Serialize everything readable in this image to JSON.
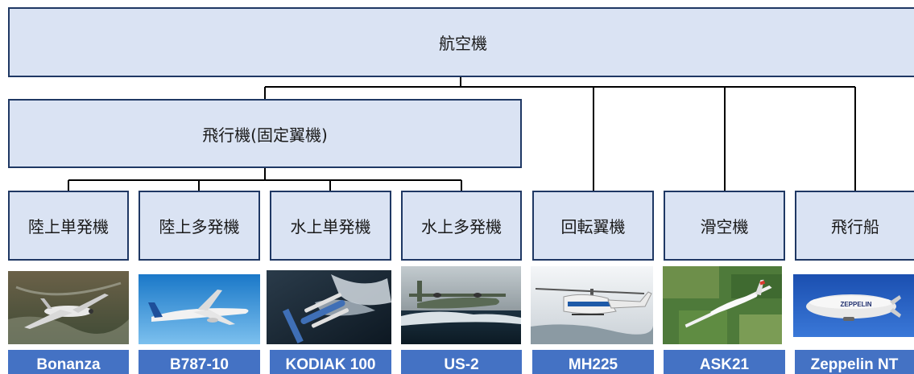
{
  "root": {
    "label": "航空機"
  },
  "fixed_wing": {
    "label": "飛行機(固定翼機)"
  },
  "categories": [
    {
      "label": "陸上単発機",
      "model": "Bonanza"
    },
    {
      "label": "陸上多発機",
      "model": "B787-10"
    },
    {
      "label": "水上単発機",
      "model": "KODIAK 100"
    },
    {
      "label": "水上多発機",
      "model": "US-2"
    },
    {
      "label": "回転翼機",
      "model": "MH225"
    },
    {
      "label": "滑空機",
      "model": "ASK21"
    },
    {
      "label": "飛行船",
      "model": "Zeppelin NT"
    }
  ],
  "photo_text": {
    "airship_logo": "ZEPPELIN"
  },
  "colors": {
    "box_fill": "#dae3f3",
    "box_border": "#1f3864",
    "caption_fill": "#4472c4",
    "caption_text": "#ffffff",
    "connector": "#000000"
  }
}
